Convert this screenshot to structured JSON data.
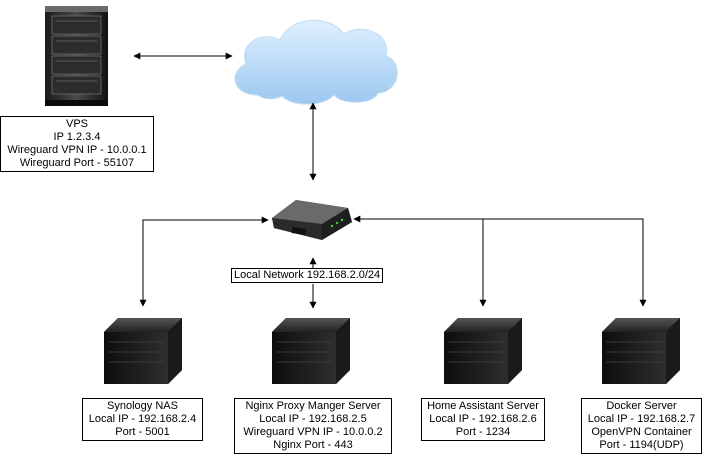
{
  "vps": {
    "title": "VPS",
    "ip": "IP 1.2.3.4",
    "wg_ip": "Wireguard VPN IP - 10.0.0.1",
    "wg_port": "Wireguard Port - 55107"
  },
  "network": {
    "label": "Local Network 192.168.2.0/24"
  },
  "servers": [
    {
      "lines": [
        "Synology NAS",
        "Local IP - 192.168.2.4",
        "Port - 5001"
      ]
    },
    {
      "lines": [
        "Nginx Proxy Manger Server",
        "Local IP - 192.168.2.5",
        "Wireguard VPN IP - 10.0.0.2",
        "Nginx Port - 443"
      ]
    },
    {
      "lines": [
        "Home Assistant Server",
        "Local IP - 192.168.2.6",
        "Port - 1234"
      ]
    },
    {
      "lines": [
        "Docker Server",
        "Local IP - 192.168.2.7",
        "OpenVPN Container",
        "Port - 1194(UDP)"
      ]
    }
  ]
}
